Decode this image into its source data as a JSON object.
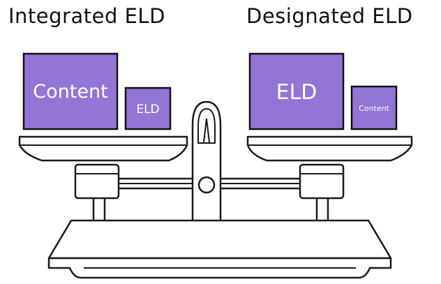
{
  "headings": {
    "left": "Integrated ELD",
    "right": "Designated ELD"
  },
  "left_pan": {
    "big_box": "Content",
    "small_box": "ELD"
  },
  "right_pan": {
    "big_box": "ELD",
    "small_box": "Content"
  },
  "colors": {
    "box_fill": "#9375d6",
    "outline": "#1a1a1a",
    "label_text": "#ffffff"
  }
}
